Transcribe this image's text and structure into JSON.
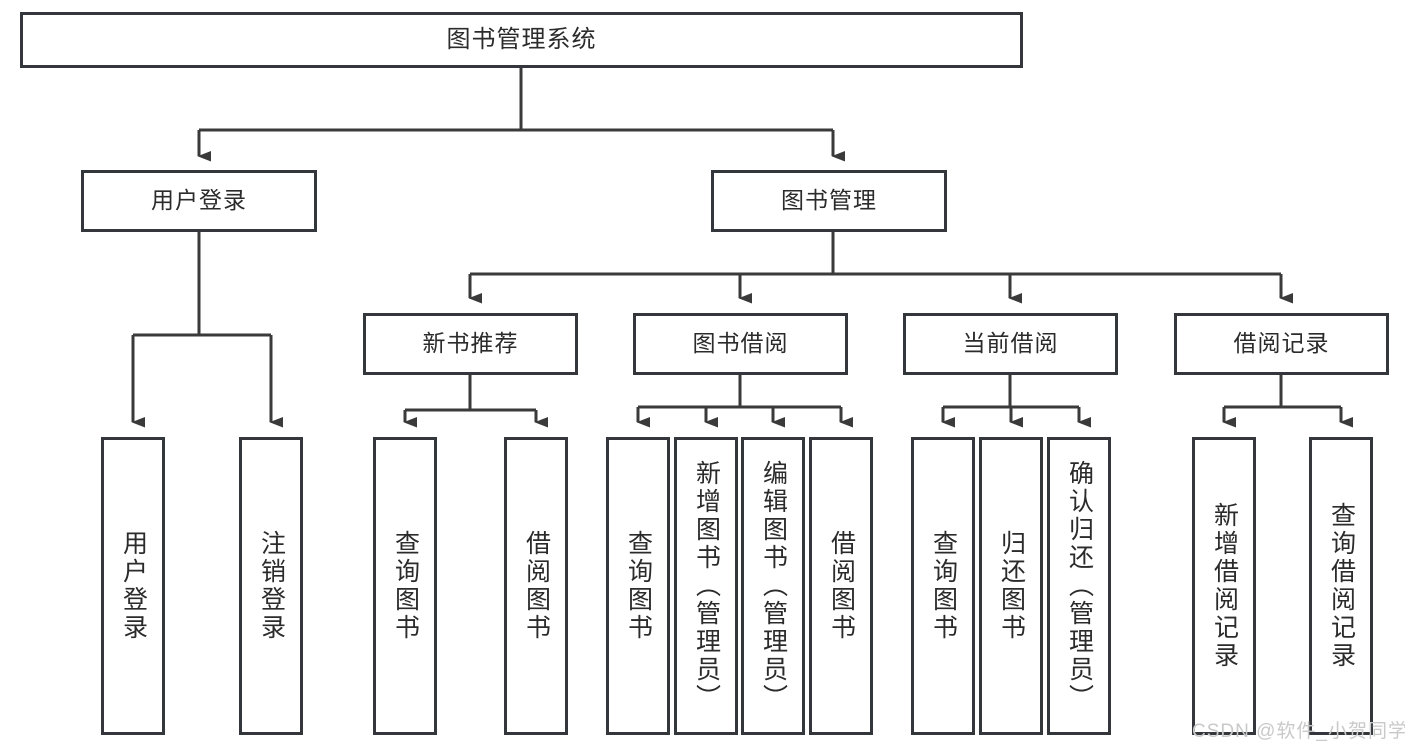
{
  "diagram": {
    "type": "tree",
    "title": "图书管理系统",
    "orientation": "top-down",
    "theme": {
      "background": "#ffffff",
      "box_fill": "#ffffff",
      "box_border": "#33363b",
      "text": "#2b2b2b",
      "line": "#3a3a3a",
      "watermark": "#c9c9c9"
    },
    "root": {
      "label": "图书管理系统"
    },
    "level2": [
      {
        "label": "用户登录"
      },
      {
        "label": "图书管理"
      }
    ],
    "level3": [
      {
        "label": "新书推荐"
      },
      {
        "label": "图书借阅"
      },
      {
        "label": "当前借阅"
      },
      {
        "label": "借阅记录"
      }
    ],
    "leaves": {
      "user_login": [
        {
          "label": "用户登录"
        },
        {
          "label": "注销登录"
        }
      ],
      "new_book_recommend": [
        {
          "label": "查询图书"
        },
        {
          "label": "借阅图书"
        }
      ],
      "book_borrow": [
        {
          "label": "查询图书"
        },
        {
          "label": "新增图书（管理员）"
        },
        {
          "label": "编辑图书（管理员）"
        },
        {
          "label": "借阅图书"
        }
      ],
      "current_borrow": [
        {
          "label": "查询图书"
        },
        {
          "label": "归还图书"
        },
        {
          "label": "确认归还（管理员）"
        }
      ],
      "borrow_record": [
        {
          "label": "新增借阅记录"
        },
        {
          "label": "查询借阅记录"
        }
      ]
    }
  },
  "watermark": {
    "text": "CSDN @软件_小贺同学"
  }
}
